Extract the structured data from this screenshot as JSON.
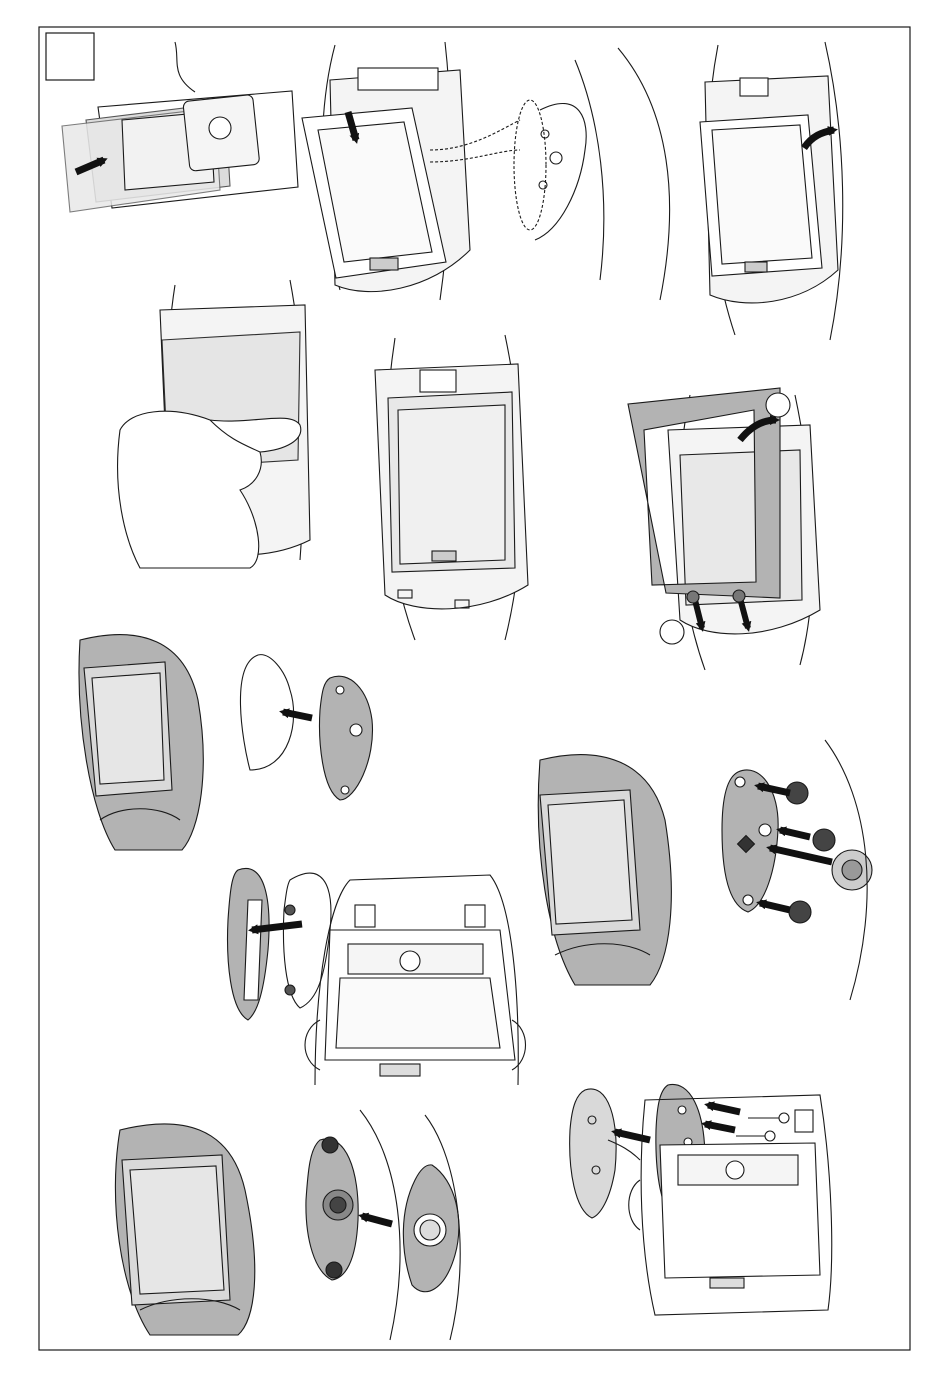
{
  "page": {
    "frame_label": "",
    "callout_labels": [
      "",
      ""
    ]
  },
  "colors": {
    "line": "#1a1a1a",
    "shell_gray": "#b3b3b3",
    "panel_gray": "#d9d9d9",
    "glass_gray": "#e6e6e6",
    "dark_part": "#333333",
    "paper": "#ffffff"
  },
  "figures": [
    {
      "id": "step-1",
      "subject": "lens-in-tray"
    },
    {
      "id": "step-2",
      "subject": "lens-insert-into-helmet"
    },
    {
      "id": "step-3",
      "subject": "lens-swing-out"
    },
    {
      "id": "step-4",
      "subject": "hand-remove-cover"
    },
    {
      "id": "step-5",
      "subject": "filter-seated"
    },
    {
      "id": "step-6",
      "subject": "frame-removal"
    },
    {
      "id": "step-7",
      "subject": "helmet-side-gasket"
    },
    {
      "id": "step-8",
      "subject": "knob-assembly"
    },
    {
      "id": "step-9",
      "subject": "control-panel-exploded"
    },
    {
      "id": "step-10",
      "subject": "knob-cover"
    },
    {
      "id": "step-11",
      "subject": "screws-assembly"
    }
  ]
}
